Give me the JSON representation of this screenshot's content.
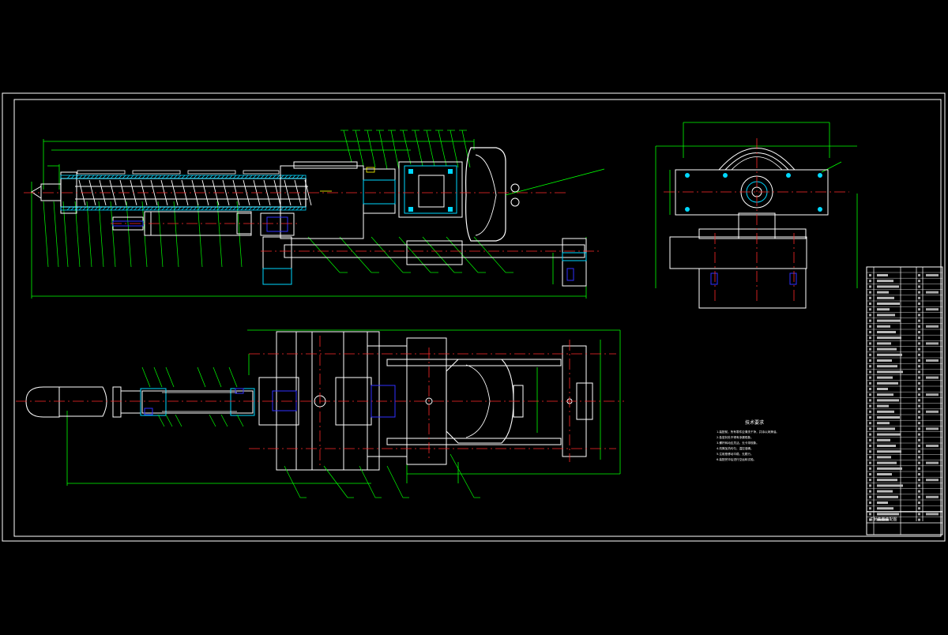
{
  "drawing": {
    "technical_requirements_title": "技术要求",
    "notes": [
      "1.装配前，所有零件应清洗干净，并涂以润滑油。",
      "2.各密封处不得有渗漏现象。",
      "3.螺杆转动应灵活，无卡滞现象。",
      "4.机筒加热均匀，温控准确。",
      "5.注射座移动平稳，无爬行。",
      "6.装配完毕后进行空运转试验。"
    ],
    "title_block_name": "注射装置装配图"
  },
  "colors": {
    "background": "#000000",
    "frame": "#ffffff",
    "geometry": "#e8e8e8",
    "dimension": "#00ff00",
    "centerline": "#ff2a2a",
    "hatch": "#00d8ff",
    "accent_blue": "#3030ff",
    "accent_yellow": "#ffff00"
  }
}
